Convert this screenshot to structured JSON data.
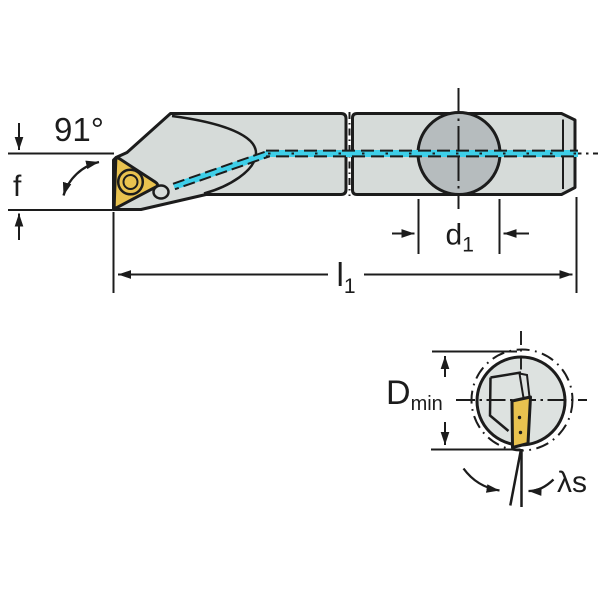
{
  "title": "Boring bar with triangular insert - technical drawing",
  "diagram": {
    "labels": {
      "angle": "91°",
      "f": "f",
      "d1_base": "d",
      "d1_sub": "1",
      "l1_base": "l",
      "l1_sub": "1",
      "dmin_base": "D",
      "dmin_sub": "min",
      "lambda_s": "λs"
    },
    "colors": {
      "line": "#1c1c1c",
      "body": "#d6dbd9",
      "shank_circle": "#b6bcbe",
      "end_face": "#dde2e0",
      "insert": "#e9c24f",
      "insert_hole": "#f7f8f7",
      "pocket_sliver": "#f6f7f6",
      "coolant": "#3ecfe9",
      "background": "#ffffff"
    }
  }
}
